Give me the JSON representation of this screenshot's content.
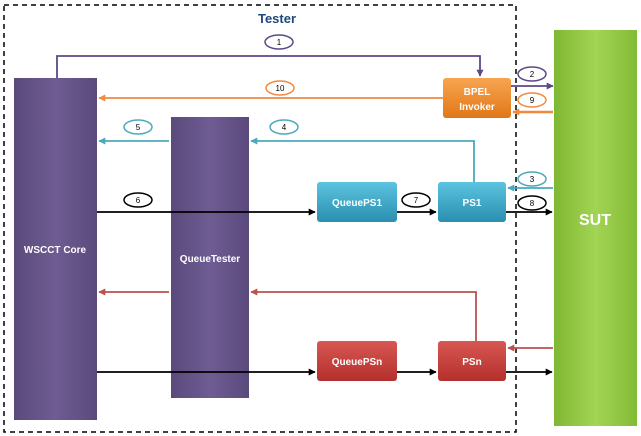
{
  "title": "Tester",
  "components": {
    "wscct_core": "WSCCT Core",
    "queue_tester": "QueueTester",
    "queue_ps1": "QueuePS1",
    "ps1": "PS1",
    "bpel_invoker_line1": "BPEL",
    "bpel_invoker_line2": "Invoker",
    "queue_psn": "QueuePSn",
    "psn": "PSn",
    "sut": "SUT"
  },
  "steps": [
    "1",
    "2",
    "3",
    "4",
    "5",
    "6",
    "7",
    "8",
    "9",
    "10"
  ],
  "colors": {
    "purple": "#66548a",
    "purple_arrow": "#5c4886",
    "cyan": "#3aa5c4",
    "cyan_arrow": "#4aa9bd",
    "orange": "#ee8a2b",
    "orange_arrow": "#f08a3f",
    "red": "#c33f3b",
    "red_arrow": "#b9524e",
    "green": "#8cc43c",
    "black": "#000000"
  }
}
